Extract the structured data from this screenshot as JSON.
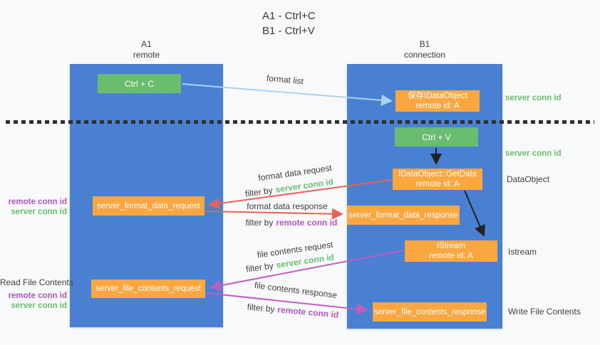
{
  "title": {
    "line1": "A1 - Ctrl+C",
    "line2": "B1 - Ctrl+V"
  },
  "lanes": {
    "left": {
      "name": "A1",
      "subtitle": "remote"
    },
    "right": {
      "name": "B1",
      "subtitle": "connection"
    }
  },
  "nodes": {
    "ctrl_c": "Ctrl + C",
    "ctrl_v": "Ctrl + V",
    "save_dataobject_line1": "保存IDataObject",
    "save_dataobject_line2": "remote id: A",
    "getdata_line1": "IDataObject::GetData",
    "getdata_line2": "remote id: A",
    "istream_line1": "IStream",
    "istream_line2": "remote id: A",
    "format_request": "server_format_data_request",
    "format_response": "server_format_data_response",
    "file_request": "server_file_contents_request",
    "file_response": "server_file_contents_response"
  },
  "flows": {
    "format_list": {
      "label": "format list"
    },
    "format_data_request": {
      "label": "format data request",
      "filter_prefix": "filter by",
      "filter_key": "server conn id"
    },
    "format_data_response": {
      "label": "format data response",
      "filter_prefix": "filter by",
      "filter_key": "remote conn id"
    },
    "file_contents_request": {
      "label": "file contents request",
      "filter_prefix": "filter by",
      "filter_key": "server conn id"
    },
    "file_contents_response": {
      "label": "file contents response",
      "filter_prefix": "filter by",
      "filter_key": "remote conn id"
    }
  },
  "annotations": {
    "server_conn_id_top": "server conn id",
    "server_conn_id_mid": "server conn id",
    "dataobject": "DataObject",
    "istream": "Istream",
    "write_file_contents": "Write File Contents",
    "read_file_contents": "Read File Contents",
    "remote_conn_id_left1": "remote conn id",
    "server_conn_id_left1": "server conn id",
    "remote_conn_id_left2": "remote conn id",
    "server_conn_id_left2": "server conn id"
  },
  "colors": {
    "lane_blue": "#4a80d2",
    "green_box": "#6abd6e",
    "orange_box": "#faa742",
    "arrow_blue": "#a9d3ef",
    "arrow_red": "#e8625c",
    "arrow_magenta": "#c05ec0",
    "arrow_black": "#222222",
    "text_green": "#6abf6e",
    "text_purple": "#b554c8",
    "text_gray": "#3f3f3f",
    "dotted_line": "#2f2f2f",
    "background": "#f8f9fa"
  }
}
